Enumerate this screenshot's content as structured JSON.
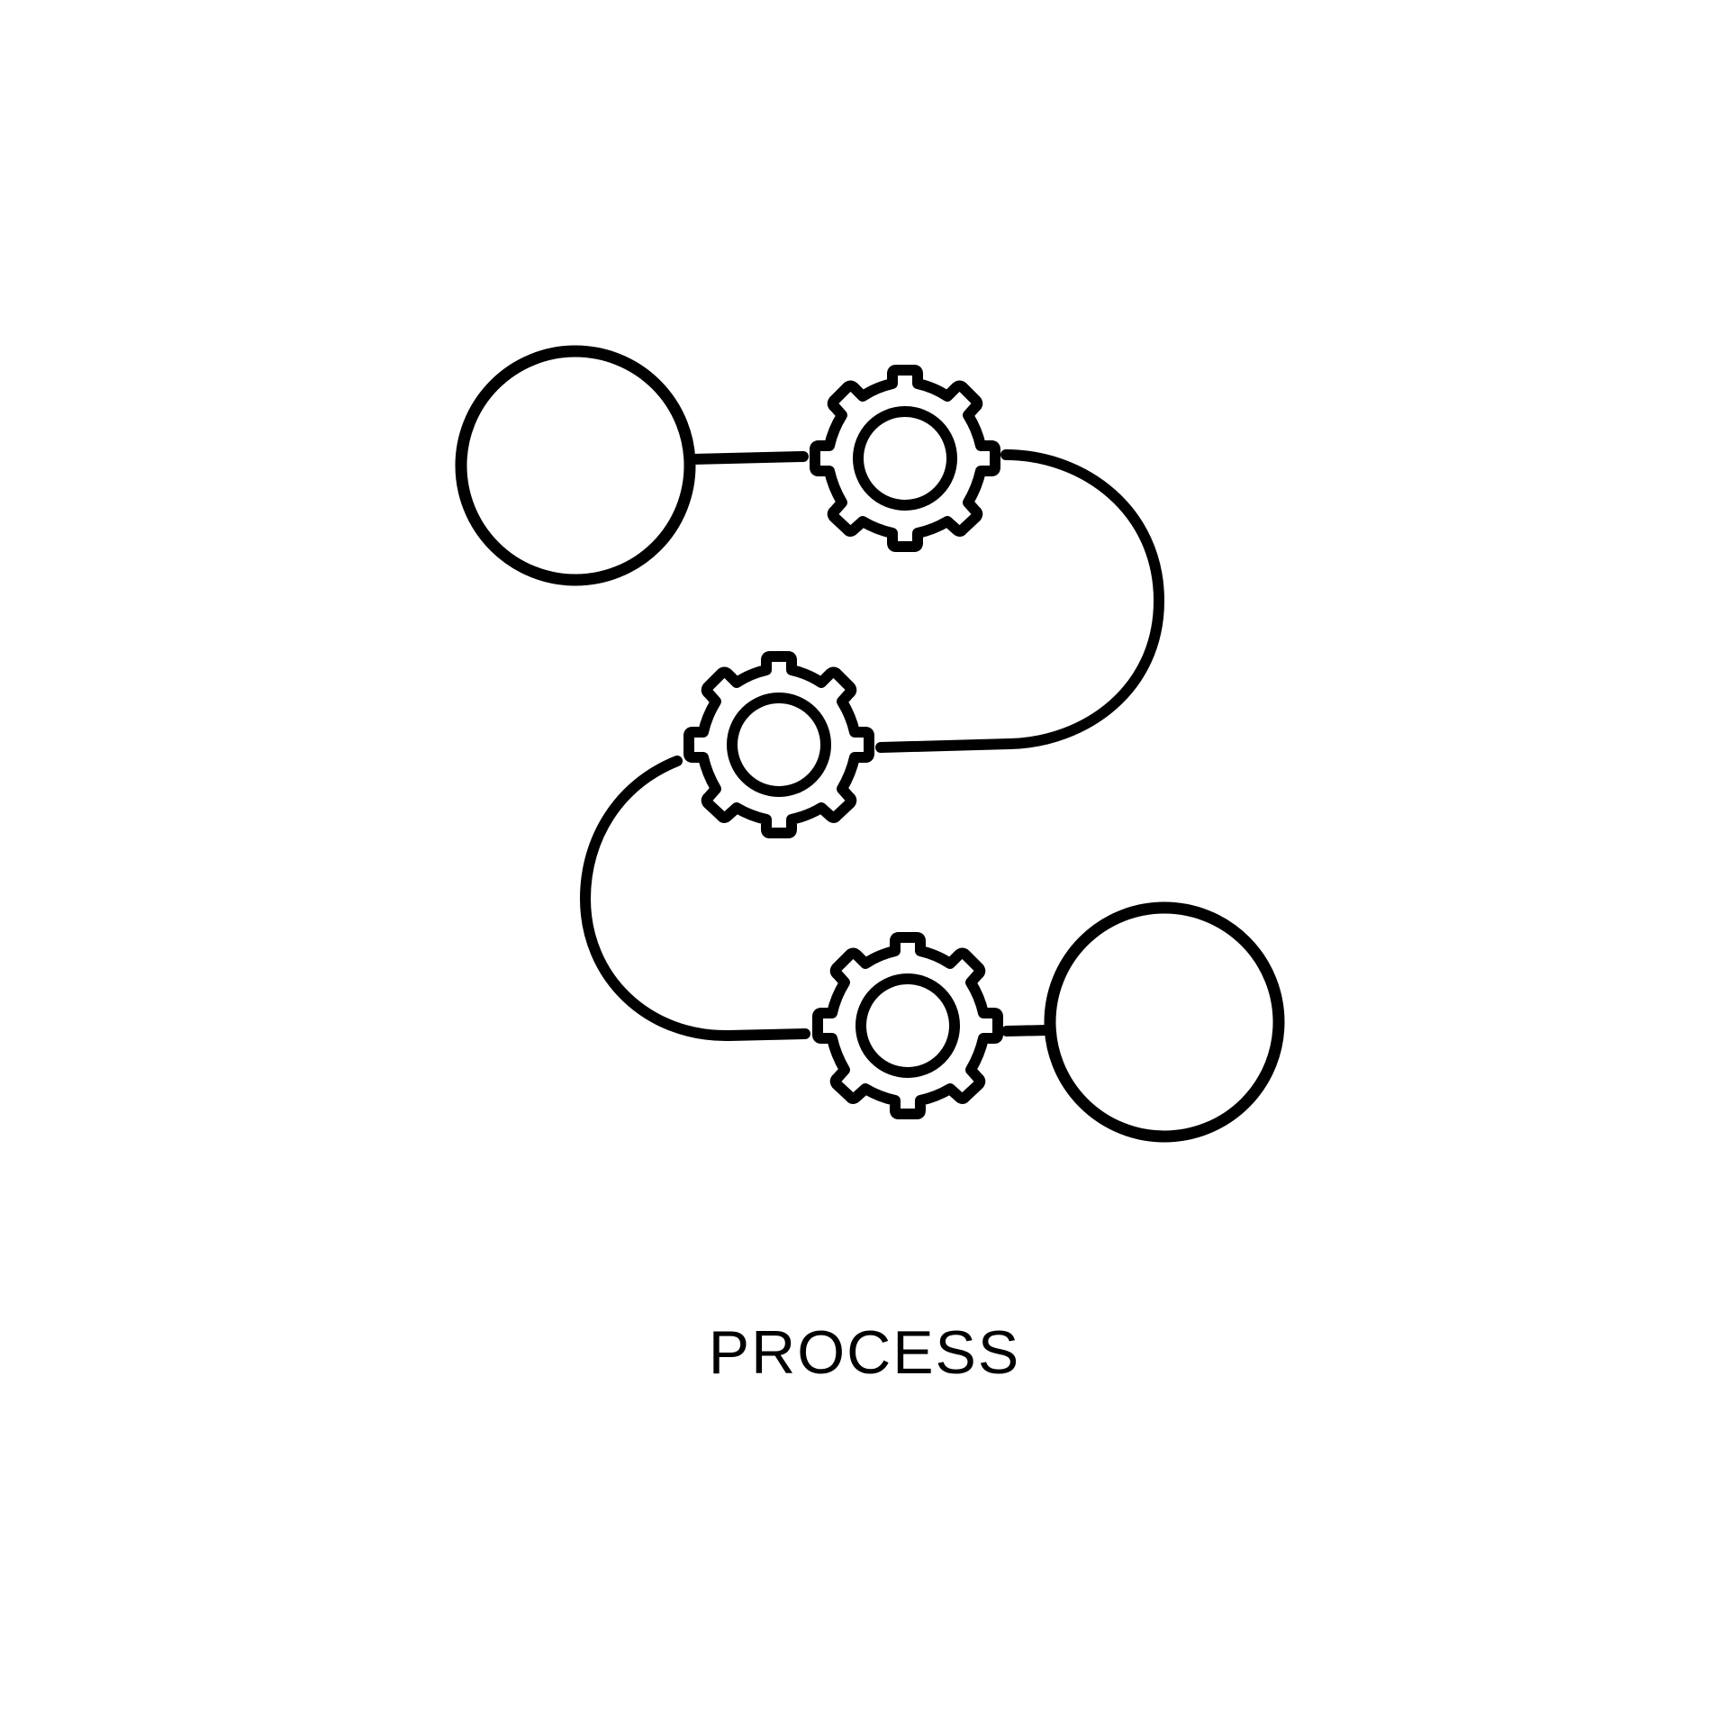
{
  "diagram": {
    "caption": "PROCESS",
    "stroke_color": "#000000",
    "background_color": "#ffffff",
    "icons": [
      "start-circle",
      "gear-icon",
      "gear-icon",
      "gear-icon",
      "end-circle"
    ]
  }
}
